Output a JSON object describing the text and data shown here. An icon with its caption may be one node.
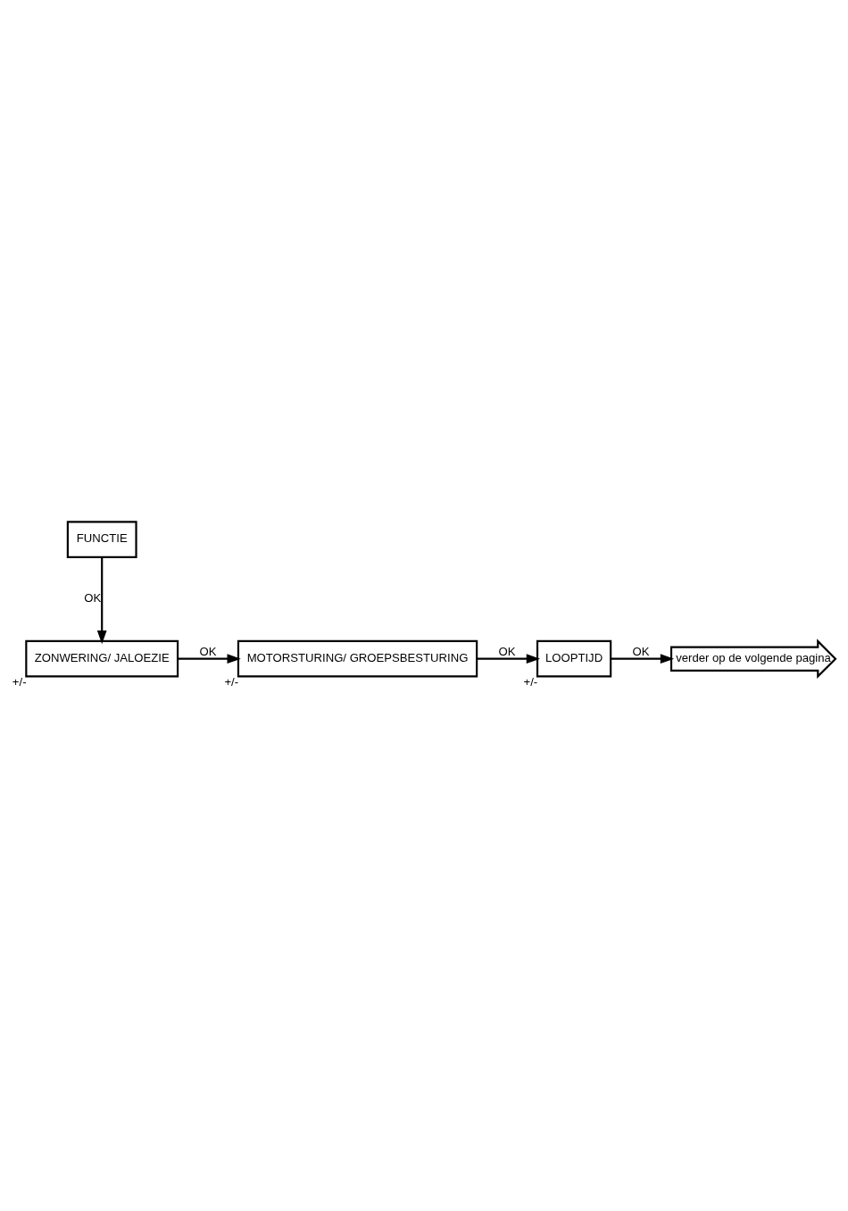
{
  "diagram": {
    "nodes": [
      {
        "text": [
          "FUNCTIE"
        ]
      },
      {
        "text": [
          "ZONWERING/ JALOEZIE"
        ],
        "beside": [
          "+/-"
        ]
      },
      {
        "text": [
          "MOTORSTURING/ GROEPSBESTURING"
        ],
        "beside": [
          "+/-"
        ]
      },
      {
        "text": [
          "LOOPTIJD"
        ],
        "beside": [
          "+/-"
        ]
      },
      {
        "text": [
          "verder op de volgende pagina"
        ]
      }
    ],
    "edges": [
      {
        "from": 0,
        "to": 1,
        "arrow": "to",
        "label": "OK"
      },
      {
        "from": 1,
        "to": 2,
        "arrow": "to",
        "label": "OK"
      },
      {
        "from": 2,
        "to": 3,
        "arrow": "to",
        "label": "OK"
      },
      {
        "from": 3,
        "to": 4,
        "arrow": "to",
        "label": "OK"
      }
    ]
  }
}
